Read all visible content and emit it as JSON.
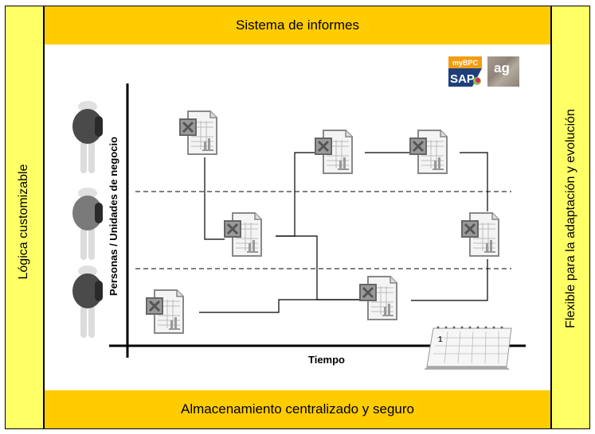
{
  "header": {
    "title": "Sistema de informes"
  },
  "footer": {
    "title": "Almacenamiento centralizado y seguro"
  },
  "left_panel": {
    "label": "Lógica customizable"
  },
  "right_panel": {
    "label": "Flexible para la adaptación y evolución"
  },
  "logos": {
    "mybpc": "myBPC",
    "sap": "SAP",
    "ag": "ag"
  },
  "axes": {
    "y_label": "Personas / Unidades de negocio",
    "x_label": "Tiempo"
  },
  "calendar": {
    "day": "1"
  },
  "colors": {
    "band": "#ffcc00",
    "side": "#ffff66",
    "sap_orange": "#f39c12",
    "sap_blue": "#1d3f7a"
  },
  "people": [
    {
      "role": "person-1",
      "color": "#4a4a4a"
    },
    {
      "role": "person-2",
      "color": "#7a7a7a"
    },
    {
      "role": "person-3",
      "color": "#4a4a4a"
    }
  ],
  "reports": [
    {
      "id": "r1",
      "lane": 1,
      "time": 1
    },
    {
      "id": "r2",
      "lane": 2,
      "time": 2
    },
    {
      "id": "r3",
      "lane": 1,
      "time": 3
    },
    {
      "id": "r4",
      "lane": 1,
      "time": 4
    },
    {
      "id": "r5",
      "lane": 2,
      "time": 5
    },
    {
      "id": "r6",
      "lane": 3,
      "time": 0
    },
    {
      "id": "r7",
      "lane": 3,
      "time": 4
    }
  ]
}
